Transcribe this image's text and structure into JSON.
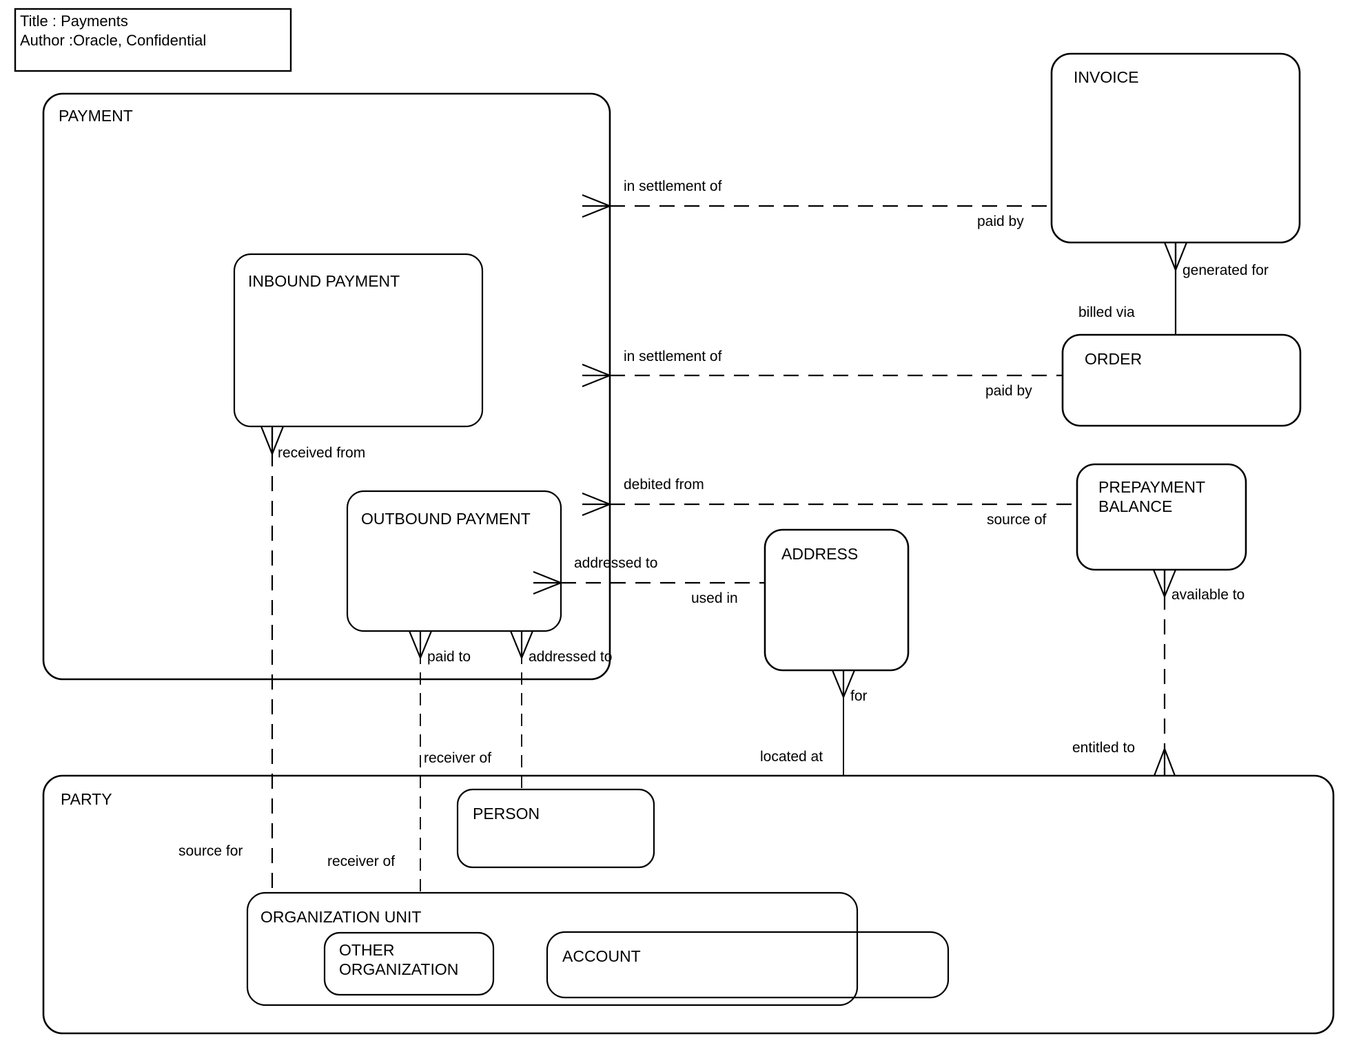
{
  "diagram": {
    "title_block": {
      "title_line": "Title : Payments",
      "author_line": "Author :Oracle, Confidential"
    },
    "entities": [
      {
        "key": "payment",
        "label": "PAYMENT"
      },
      {
        "key": "inbound",
        "label": "INBOUND PAYMENT"
      },
      {
        "key": "outbound",
        "label": "OUTBOUND PAYMENT"
      },
      {
        "key": "invoice",
        "label": "INVOICE"
      },
      {
        "key": "order",
        "label": "ORDER"
      },
      {
        "key": "prepayment",
        "label": "PREPAYMENT\nBALANCE"
      },
      {
        "key": "address",
        "label": "ADDRESS"
      },
      {
        "key": "party",
        "label": "PARTY"
      },
      {
        "key": "person",
        "label": "PERSON"
      },
      {
        "key": "orgunit",
        "label": "ORGANIZATION UNIT"
      },
      {
        "key": "otherorg",
        "label": "OTHER\nORGANIZATION"
      },
      {
        "key": "account",
        "label": "ACCOUNT"
      }
    ],
    "relationship_labels": [
      {
        "key": "r1a",
        "text": "in settlement of"
      },
      {
        "key": "r1b",
        "text": "paid by"
      },
      {
        "key": "r2a",
        "text": "in settlement of"
      },
      {
        "key": "r2b",
        "text": "paid by"
      },
      {
        "key": "r3a",
        "text": "debited from"
      },
      {
        "key": "r3b",
        "text": "source of"
      },
      {
        "key": "r4a",
        "text": "generated for"
      },
      {
        "key": "r4b",
        "text": "billed via"
      },
      {
        "key": "r5a",
        "text": "addressed to"
      },
      {
        "key": "r5b",
        "text": "used in"
      },
      {
        "key": "r6a",
        "text": "received from"
      },
      {
        "key": "r6b",
        "text": "source for"
      },
      {
        "key": "r7a",
        "text": "paid to"
      },
      {
        "key": "r7b",
        "text": "receiver of"
      },
      {
        "key": "r8a",
        "text": "addressed to"
      },
      {
        "key": "r8b",
        "text": "receiver of"
      },
      {
        "key": "r9a",
        "text": "for"
      },
      {
        "key": "r9b",
        "text": "located at"
      },
      {
        "key": "r10a",
        "text": "available to"
      },
      {
        "key": "r10b",
        "text": "entitled to"
      }
    ],
    "colors": {
      "stroke": "#000000",
      "background": "#ffffff"
    }
  }
}
